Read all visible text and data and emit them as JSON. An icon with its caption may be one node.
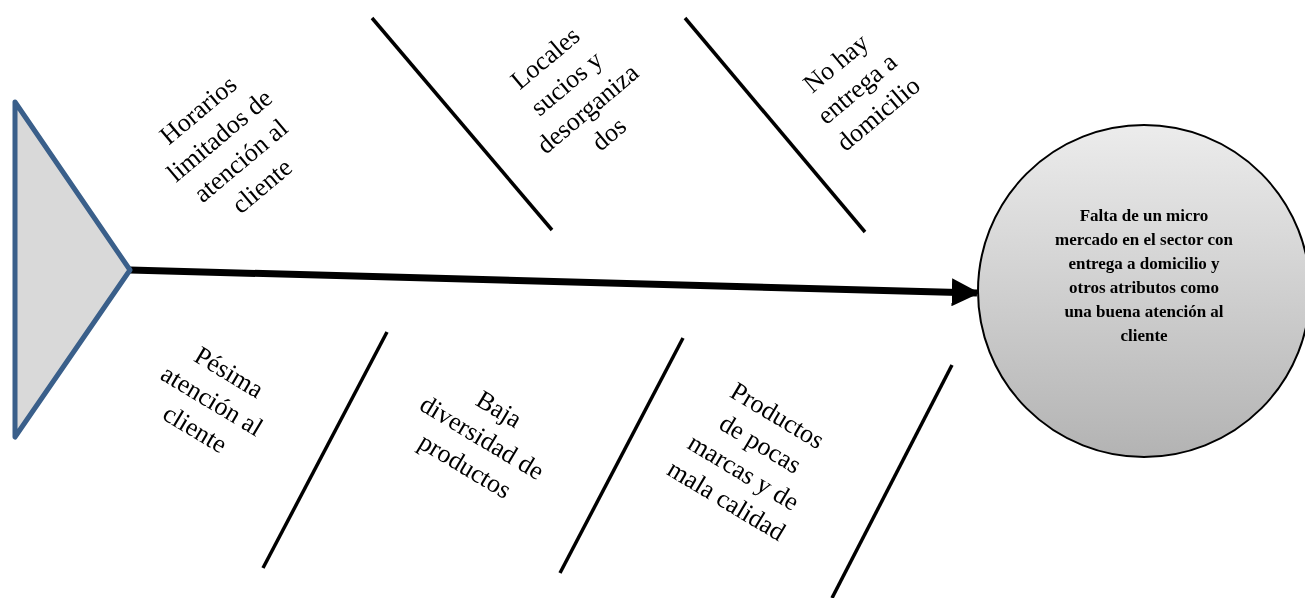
{
  "diagram": {
    "nodes": [
      {
        "text": [],
        "shape": "triangle"
      },
      {
        "text": [
          "Falta de un micro mercado en el sector con entrega a domicilio y otros atributos como una buena atención al cliente"
        ]
      }
    ],
    "edges": [
      {
        "from": 0,
        "to": 1,
        "arrow": "to"
      }
    ],
    "labels": [
      "Horarios limitados de atención al cliente",
      "Locales sucios y desorganiza dos",
      "No hay entrega a domicilio",
      "Pésima atención al cliente",
      "Baja diversidad de productos",
      "Productos de pocas marcas y de mala calidad"
    ]
  }
}
